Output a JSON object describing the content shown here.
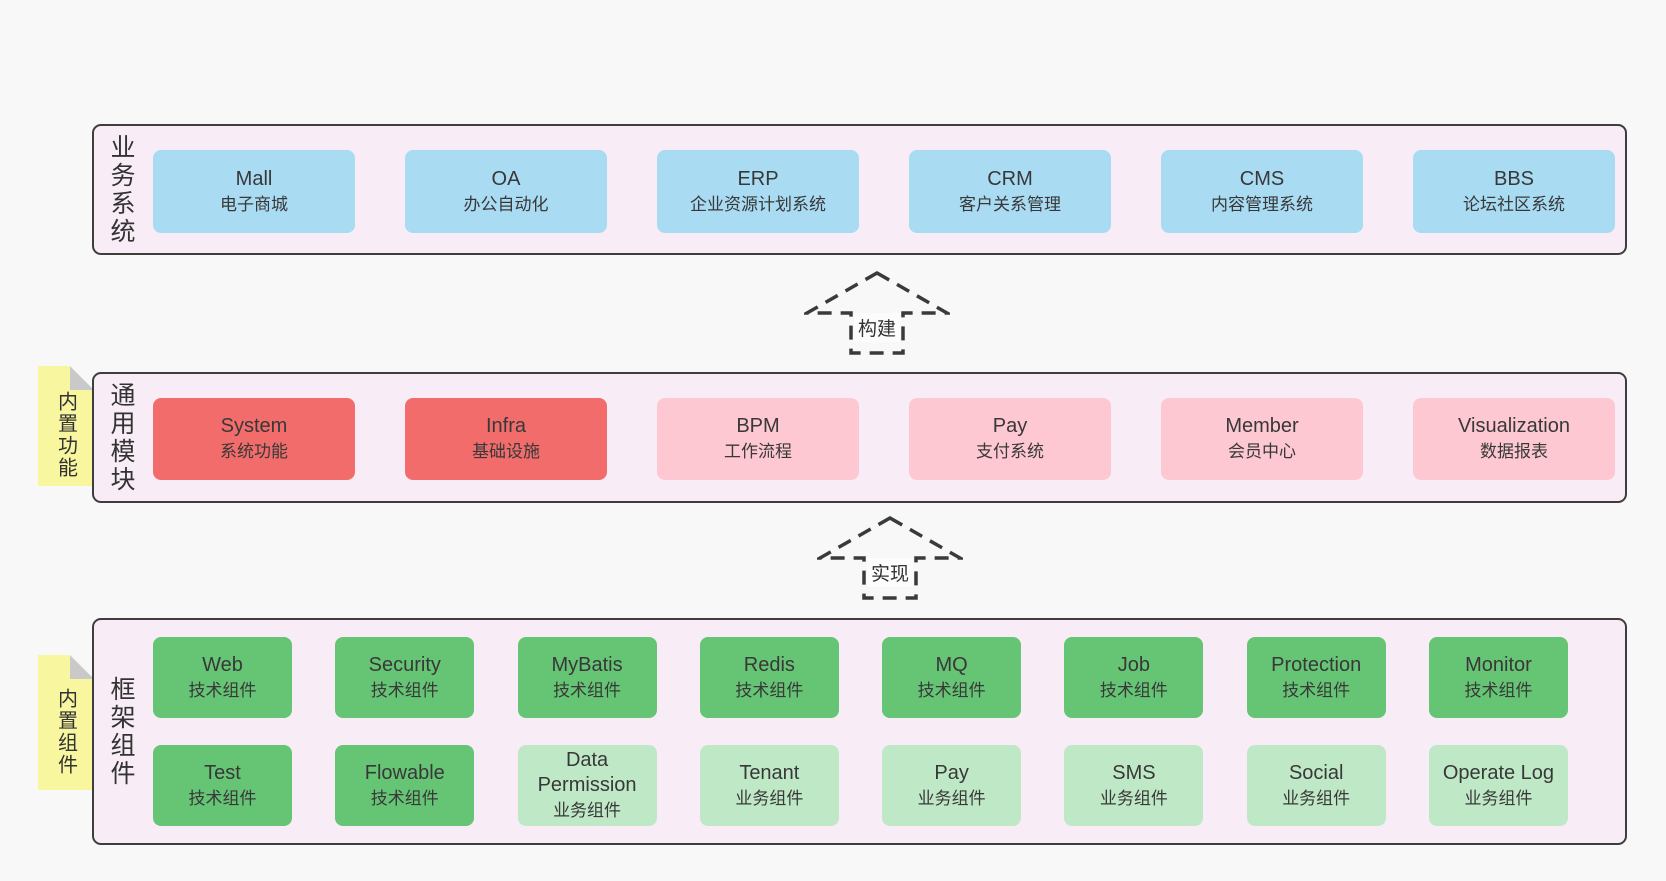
{
  "colors": {
    "page_bg": "#f8f8f8",
    "container_bg": "#f8edf6",
    "container_border": "#3e3e3e",
    "blue_box": "#a9dbf3",
    "red_box": "#f26c6c",
    "pink_box": "#fdc8d2",
    "green_box": "#66c475",
    "light_green_box": "#bfe8c6",
    "sticky_yellow": "#f8f7a0",
    "sticky_fold_gray": "#c9c9c9",
    "text": "#383838"
  },
  "sections": {
    "business": {
      "label": "业务系统",
      "items": [
        {
          "name": "Mall",
          "desc": "电子商城",
          "variant": "blue"
        },
        {
          "name": "OA",
          "desc": "办公自动化",
          "variant": "blue"
        },
        {
          "name": "ERP",
          "desc": "企业资源计划系统",
          "variant": "blue"
        },
        {
          "name": "CRM",
          "desc": "客户关系管理",
          "variant": "blue"
        },
        {
          "name": "CMS",
          "desc": "内容管理系统",
          "variant": "blue"
        },
        {
          "name": "BBS",
          "desc": "论坛社区系统",
          "variant": "blue"
        }
      ]
    },
    "modules": {
      "label": "通用模块",
      "sticky": "内置功能",
      "items": [
        {
          "name": "System",
          "desc": "系统功能",
          "variant": "red"
        },
        {
          "name": "Infra",
          "desc": "基础设施",
          "variant": "red"
        },
        {
          "name": "BPM",
          "desc": "工作流程",
          "variant": "pink"
        },
        {
          "name": "Pay",
          "desc": "支付系统",
          "variant": "pink"
        },
        {
          "name": "Member",
          "desc": "会员中心",
          "variant": "pink"
        },
        {
          "name": "Visualization",
          "desc": "数据报表",
          "variant": "pink"
        }
      ]
    },
    "framework": {
      "label": "框架组件",
      "sticky": "内置组件",
      "rows": [
        [
          {
            "name": "Web",
            "desc": "技术组件",
            "variant": "green"
          },
          {
            "name": "Security",
            "desc": "技术组件",
            "variant": "green"
          },
          {
            "name": "MyBatis",
            "desc": "技术组件",
            "variant": "green"
          },
          {
            "name": "Redis",
            "desc": "技术组件",
            "variant": "green"
          },
          {
            "name": "MQ",
            "desc": "技术组件",
            "variant": "green"
          },
          {
            "name": "Job",
            "desc": "技术组件",
            "variant": "green"
          },
          {
            "name": "Protection",
            "desc": "技术组件",
            "variant": "green"
          },
          {
            "name": "Monitor",
            "desc": "技术组件",
            "variant": "green"
          }
        ],
        [
          {
            "name": "Test",
            "desc": "技术组件",
            "variant": "green"
          },
          {
            "name": "Flowable",
            "desc": "技术组件",
            "variant": "green"
          },
          {
            "name": "Data Permission",
            "desc": "业务组件",
            "variant": "lightgreen"
          },
          {
            "name": "Tenant",
            "desc": "业务组件",
            "variant": "lightgreen"
          },
          {
            "name": "Pay",
            "desc": "业务组件",
            "variant": "lightgreen"
          },
          {
            "name": "SMS",
            "desc": "业务组件",
            "variant": "lightgreen"
          },
          {
            "name": "Social",
            "desc": "业务组件",
            "variant": "lightgreen"
          },
          {
            "name": "Operate Log",
            "desc": "业务组件",
            "variant": "lightgreen"
          }
        ]
      ]
    }
  },
  "arrows": [
    {
      "label": "构建"
    },
    {
      "label": "实现"
    }
  ]
}
